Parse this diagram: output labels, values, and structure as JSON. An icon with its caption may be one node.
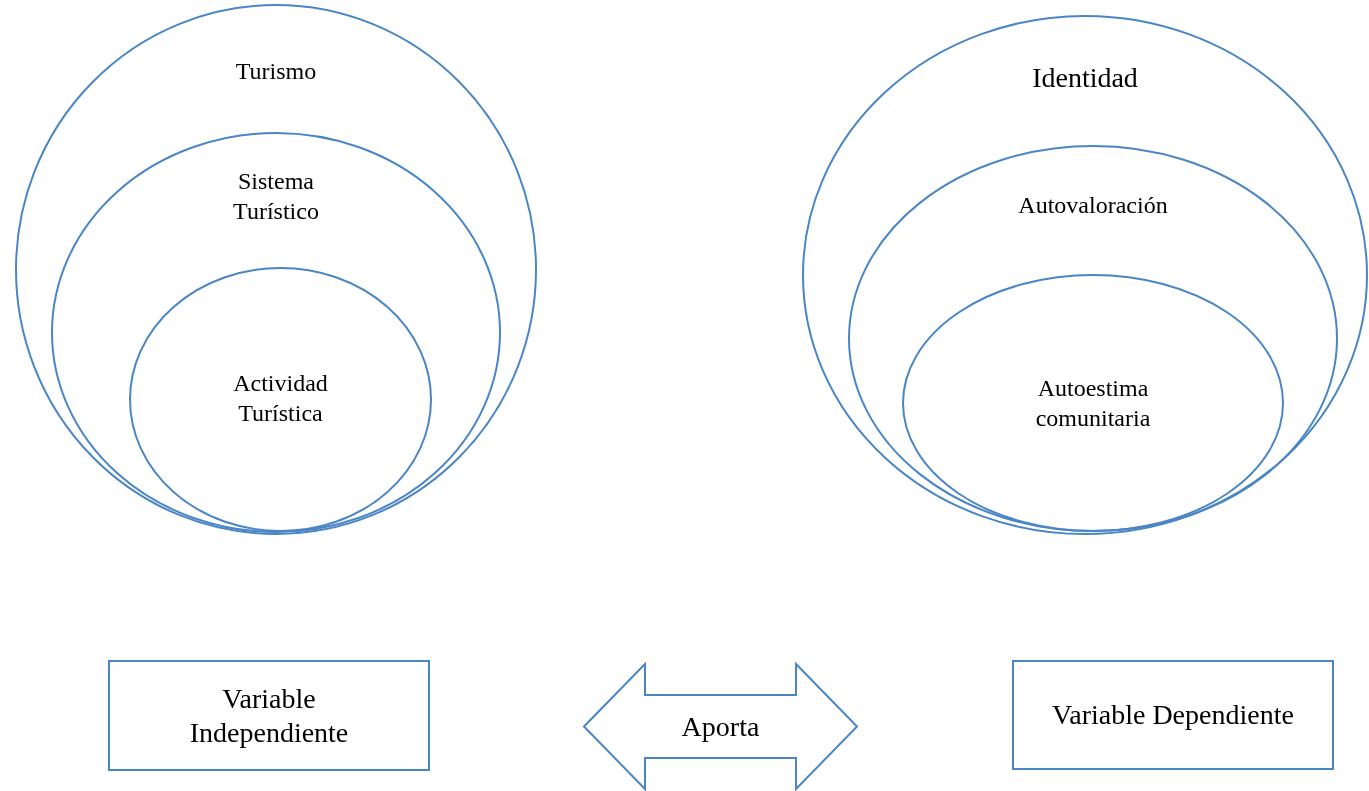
{
  "diagram": {
    "nodes": [
      {
        "text": [
          "Turismo"
        ]
      },
      {
        "text": [
          "Sistema Turístico"
        ],
        "in": 0
      },
      {
        "text": [
          "Actividad Turística"
        ],
        "in": 1
      },
      {
        "text": [
          "Identidad"
        ]
      },
      {
        "text": [
          "Autovaloración"
        ],
        "in": 3
      },
      {
        "text": [
          "Autoestima comunitaria"
        ],
        "in": 4
      },
      {
        "text": [
          "Variable Independiente"
        ]
      },
      {
        "text": [
          "Aporta"
        ]
      },
      {
        "text": [
          "Variable Dependiente"
        ]
      }
    ]
  }
}
